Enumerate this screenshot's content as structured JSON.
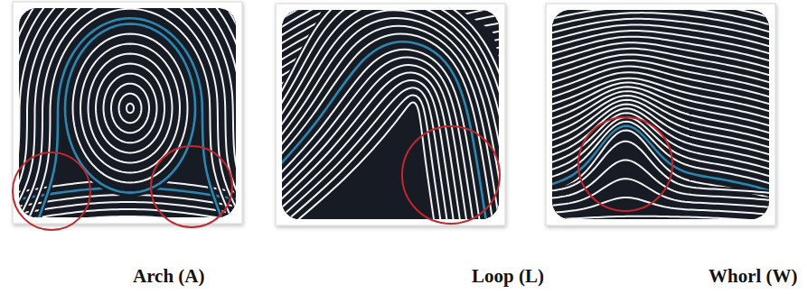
{
  "diagram": {
    "labels": [
      "Arch (A)",
      "Loop (L)",
      "Whorl (W)"
    ]
  }
}
